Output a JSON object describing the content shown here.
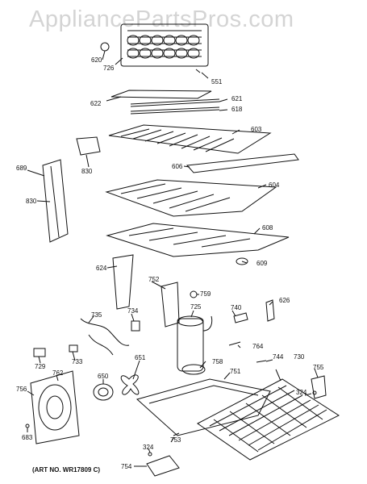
{
  "watermark": "AppliancePartsPros.com",
  "art_no": "(ART NO. WR17809 C)",
  "labels": {
    "p620": "620",
    "p726": "726",
    "p551": "551",
    "p622": "622",
    "p621": "621",
    "p618": "618",
    "p603": "603",
    "p606": "606",
    "p830a": "830",
    "p689": "689",
    "p830b": "830",
    "p604": "604",
    "p608": "608",
    "p609": "609",
    "p624": "624",
    "p752": "752",
    "p759": "759",
    "p725": "725",
    "p740": "740",
    "p626": "626",
    "p735": "735",
    "p734": "734",
    "p764": "764",
    "p744": "744",
    "p651": "651",
    "p758": "758",
    "p751": "751",
    "p730": "730",
    "p755": "755",
    "p729": "729",
    "p762": "762",
    "p733": "733",
    "p650": "650",
    "p324a": "324",
    "p756": "756",
    "p683": "683",
    "p753": "753",
    "p324b": "324",
    "p754": "754"
  }
}
